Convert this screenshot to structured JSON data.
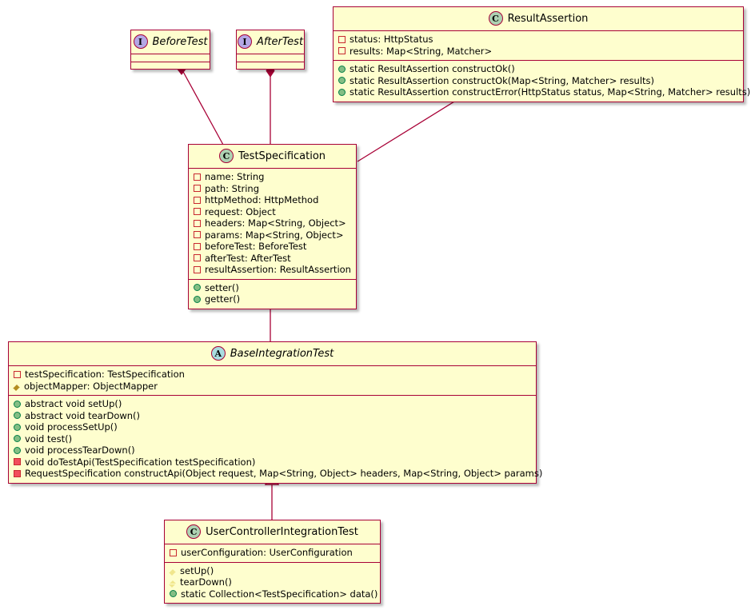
{
  "diagram": {
    "kind": "uml-class-diagram",
    "background": "#ffffff",
    "node_fill": "#FEFECE",
    "node_border": "#A80036",
    "edge_color": "#A80036",
    "class_badge_color": "#ADD1B2",
    "interface_badge_color": "#B4A7E5",
    "abstract_badge_color": "#A9DCDF"
  },
  "nodes": {
    "before_test": {
      "stereotype": "I",
      "name": "BeforeTest",
      "italic": true
    },
    "after_test": {
      "stereotype": "I",
      "name": "AfterTest",
      "italic": true
    },
    "result_assertion": {
      "stereotype": "C",
      "name": "ResultAssertion",
      "italic": false,
      "fields": [
        {
          "vis": "private",
          "marker": "sq-open",
          "text": "status: HttpStatus"
        },
        {
          "vis": "private",
          "marker": "sq-open",
          "text": "results: Map<String, Matcher>"
        }
      ],
      "methods": [
        {
          "vis": "public",
          "marker": "dot",
          "text": "static ResultAssertion constructOk()"
        },
        {
          "vis": "public",
          "marker": "dot",
          "text": "static ResultAssertion constructOk(Map<String, Matcher> results)"
        },
        {
          "vis": "public",
          "marker": "dot",
          "text": "static ResultAssertion constructError(HttpStatus status, Map<String, Matcher> results)"
        }
      ]
    },
    "test_specification": {
      "stereotype": "C",
      "name": "TestSpecification",
      "italic": false,
      "fields": [
        {
          "vis": "private",
          "marker": "sq-open",
          "text": "name: String"
        },
        {
          "vis": "private",
          "marker": "sq-open",
          "text": "path: String"
        },
        {
          "vis": "private",
          "marker": "sq-open",
          "text": "httpMethod: HttpMethod"
        },
        {
          "vis": "private",
          "marker": "sq-open",
          "text": "request: Object"
        },
        {
          "vis": "private",
          "marker": "sq-open",
          "text": "headers: Map<String, Object>"
        },
        {
          "vis": "private",
          "marker": "sq-open",
          "text": "params: Map<String, Object>"
        },
        {
          "vis": "private",
          "marker": "sq-open",
          "text": "beforeTest: BeforeTest"
        },
        {
          "vis": "private",
          "marker": "sq-open",
          "text": "afterTest: AfterTest"
        },
        {
          "vis": "private",
          "marker": "sq-open",
          "text": "resultAssertion: ResultAssertion"
        }
      ],
      "methods": [
        {
          "vis": "public",
          "marker": "dot",
          "text": "setter()"
        },
        {
          "vis": "public",
          "marker": "dot",
          "text": "getter()"
        }
      ]
    },
    "base_integration_test": {
      "stereotype": "A",
      "name": "BaseIntegrationTest",
      "italic": true,
      "fields": [
        {
          "vis": "private",
          "marker": "sq-open",
          "text": "testSpecification: TestSpecification"
        },
        {
          "vis": "protected",
          "marker": "dia-open",
          "text": "objectMapper: ObjectMapper"
        }
      ],
      "methods": [
        {
          "vis": "public",
          "marker": "dot",
          "text": "abstract void setUp()"
        },
        {
          "vis": "public",
          "marker": "dot",
          "text": "abstract void tearDown()"
        },
        {
          "vis": "public",
          "marker": "dot",
          "text": "void processSetUp()"
        },
        {
          "vis": "public",
          "marker": "dot",
          "text": "void test()"
        },
        {
          "vis": "public",
          "marker": "dot",
          "text": "void processTearDown()"
        },
        {
          "vis": "private",
          "marker": "sq-fill",
          "text": "void doTestApi(TestSpecification testSpecification)"
        },
        {
          "vis": "private",
          "marker": "sq-fill",
          "text": "RequestSpecification constructApi(Object request, Map<String, Object> headers, Map<String, Object> params)"
        }
      ]
    },
    "user_controller_integration_test": {
      "stereotype": "C",
      "name": "UserControllerIntegrationTest",
      "italic": false,
      "fields": [
        {
          "vis": "private",
          "marker": "sq-open",
          "text": "userConfiguration: UserConfiguration"
        }
      ],
      "methods": [
        {
          "vis": "protected",
          "marker": "dia-fill",
          "text": "setUp()"
        },
        {
          "vis": "protected",
          "marker": "dia-fill",
          "text": "tearDown()"
        },
        {
          "vis": "public",
          "marker": "dot",
          "text": "static Collection<TestSpecification> data()"
        }
      ]
    }
  },
  "edges": [
    {
      "from": "before_test",
      "to": "test_specification",
      "type": "composition",
      "diamond_at": "from"
    },
    {
      "from": "after_test",
      "to": "test_specification",
      "type": "composition",
      "diamond_at": "from"
    },
    {
      "from": "result_assertion",
      "to": "test_specification",
      "type": "composition",
      "diamond_at": "from"
    },
    {
      "from": "test_specification",
      "to": "base_integration_test",
      "type": "composition",
      "diamond_at": "from"
    },
    {
      "from": "user_controller_integration_test",
      "to": "base_integration_test",
      "type": "inheritance",
      "arrow_at": "to"
    }
  ]
}
